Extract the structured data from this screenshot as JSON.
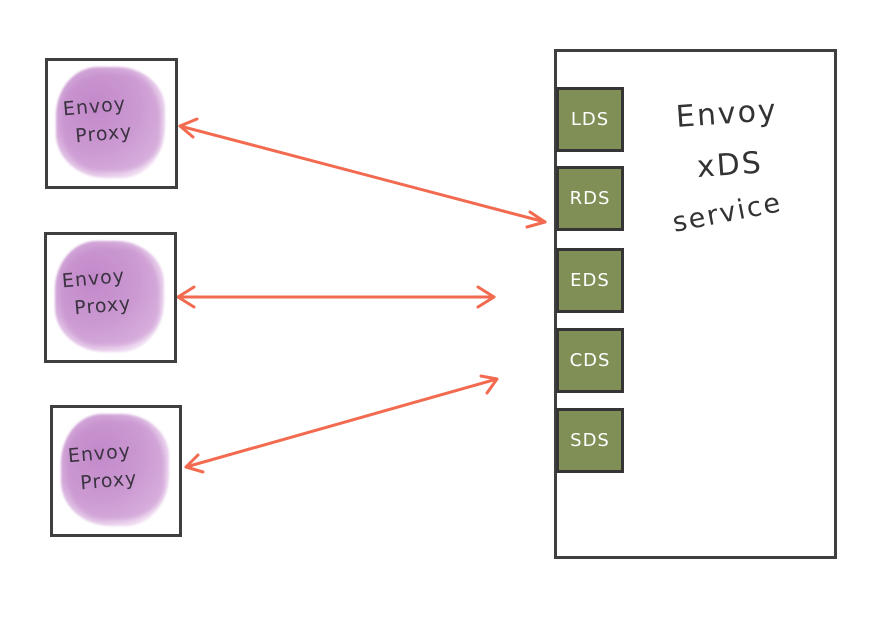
{
  "proxies": [
    {
      "line1": "Envoy",
      "line2": "Proxy"
    },
    {
      "line1": "Envoy",
      "line2": "Proxy"
    },
    {
      "line1": "Envoy",
      "line2": "Proxy"
    }
  ],
  "service": {
    "line1": "Envoy",
    "line2": "xDS",
    "line3": "service",
    "apis": [
      "LDS",
      "RDS",
      "EDS",
      "CDS",
      "SDS"
    ]
  },
  "colors": {
    "arrow": "#f26a4f",
    "api_box": "#7f8f55",
    "proxy_fill": "#c48ccc",
    "outline": "#3f3f3f"
  }
}
